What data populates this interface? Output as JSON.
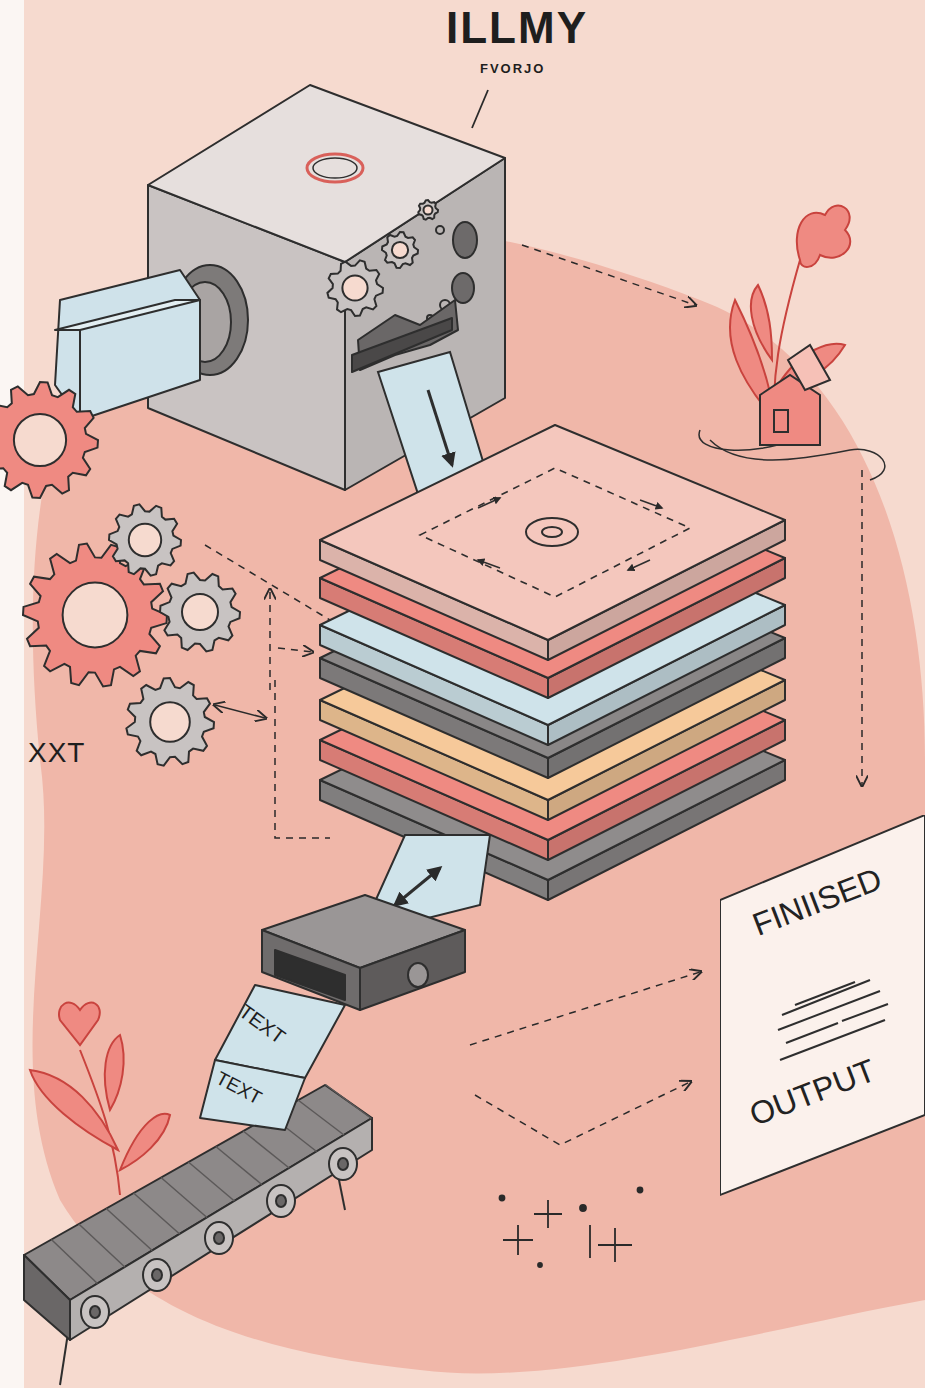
{
  "diagram": {
    "nodes": [
      {
        "text": [
          "FINIISED",
          "OUTPUT"
        ]
      }
    ],
    "labels": [
      "ILLMY",
      "FVORJO",
      "XXT",
      "TEXT",
      "TEXT"
    ]
  }
}
